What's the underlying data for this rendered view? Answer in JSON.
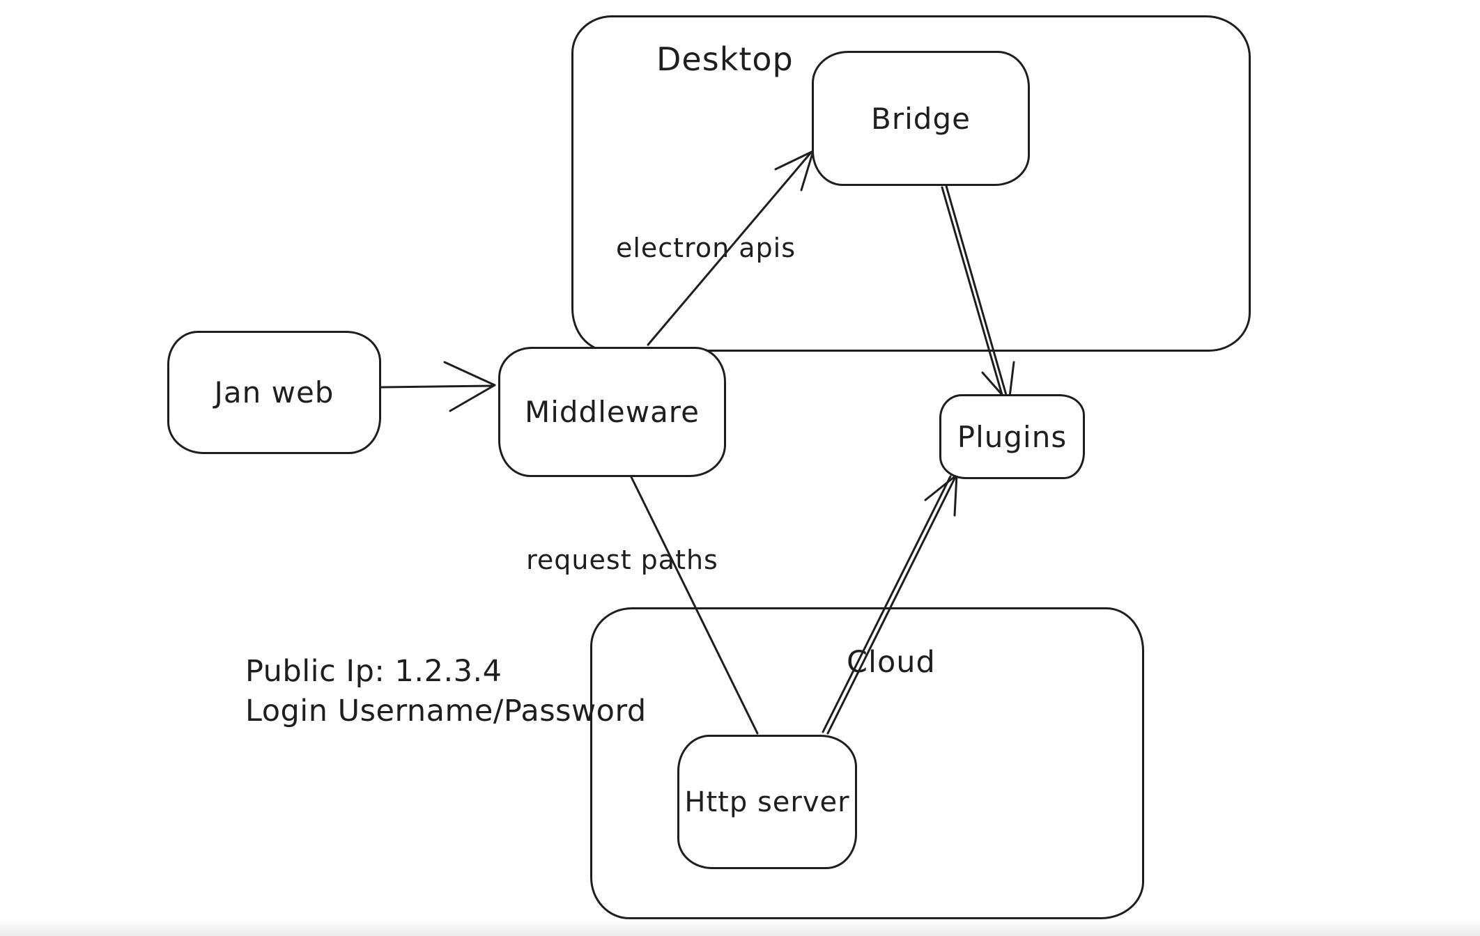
{
  "colors": {
    "stroke": "#1e1e1e",
    "background": "#ffffff",
    "bottom_fade": "#ececee"
  },
  "containers": {
    "desktop": {
      "label": "Desktop"
    },
    "cloud": {
      "label": "Cloud"
    }
  },
  "nodes": {
    "jan_web": {
      "label": "Jan web"
    },
    "middleware": {
      "label": "Middleware"
    },
    "bridge": {
      "label": "Bridge"
    },
    "plugins": {
      "label": "Plugins"
    },
    "http_server": {
      "label": "Http server"
    }
  },
  "edges": {
    "jan_web_to_middleware": {
      "from": "Jan web",
      "to": "Middleware",
      "arrowhead": "end",
      "label": ""
    },
    "middleware_to_bridge": {
      "from": "Middleware",
      "to": "Bridge",
      "arrowhead": "end",
      "label": "electron apis"
    },
    "bridge_to_plugins": {
      "from": "Bridge",
      "to": "Plugins",
      "arrowhead": "end",
      "label": ""
    },
    "middleware_to_http_server": {
      "from": "Middleware",
      "to": "Http server",
      "arrowhead": "none",
      "label": "request paths"
    },
    "http_server_to_plugins": {
      "from": "Http server",
      "to": "Plugins",
      "arrowhead": "end",
      "label": ""
    }
  },
  "annotation": {
    "line1": "Public Ip: 1.2.3.4",
    "line2": "Login Username/Password"
  }
}
